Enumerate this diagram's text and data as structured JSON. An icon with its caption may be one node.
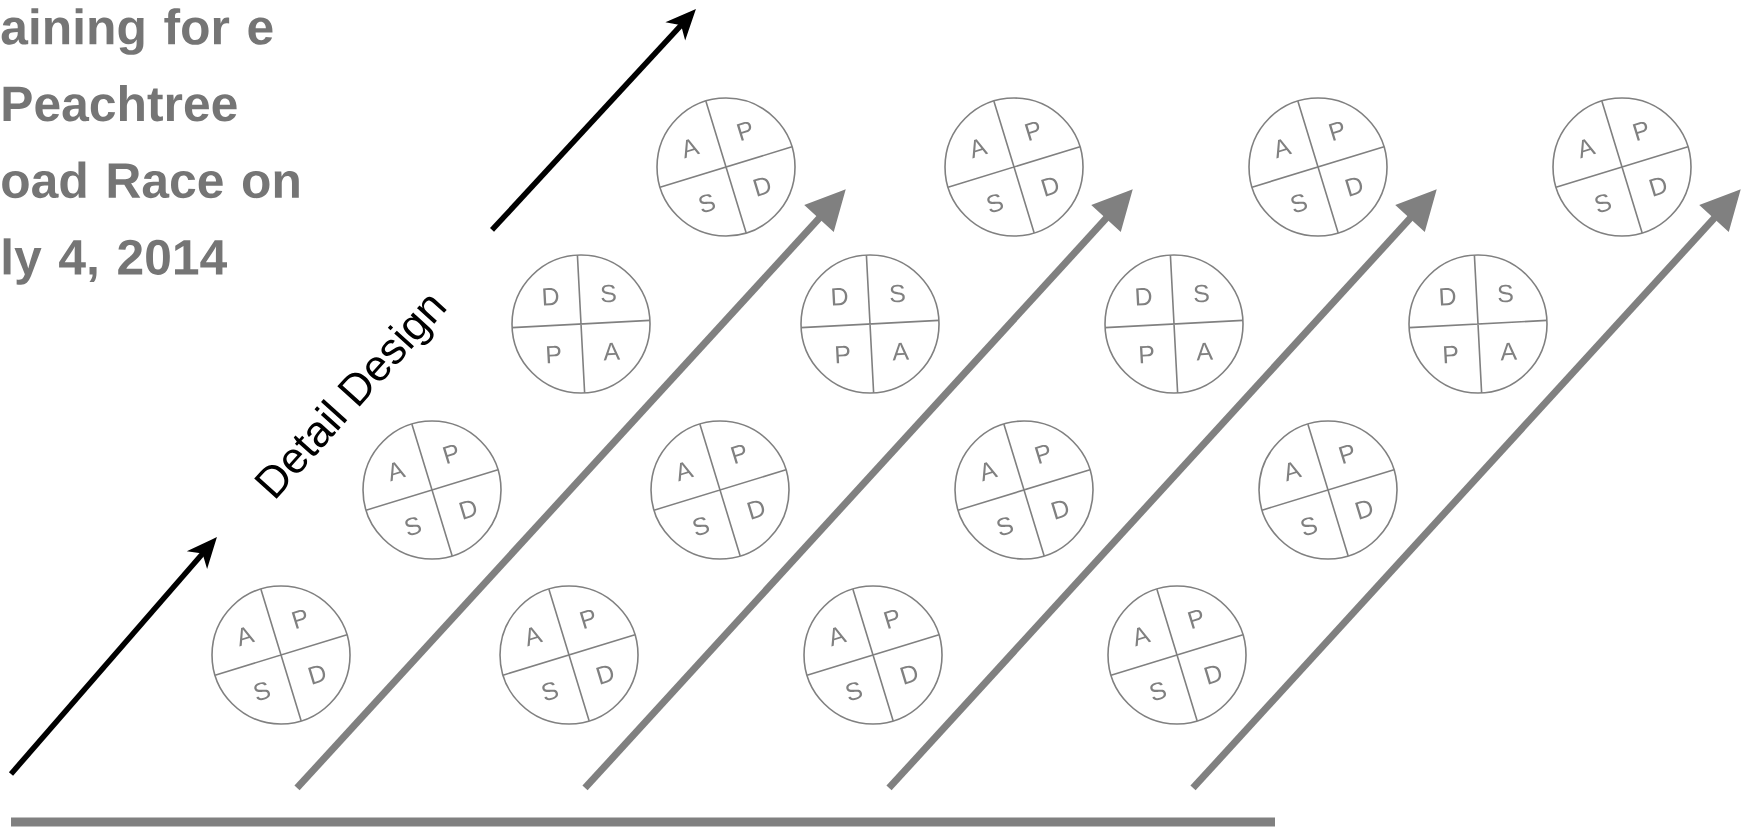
{
  "diagram": {
    "title": "aining for e Peachtree oad Race on ly 4, 2014",
    "nodes": [
      {
        "text": [
          "A",
          "P",
          "S",
          "D"
        ]
      },
      {
        "text": [
          "A",
          "P",
          "S",
          "D"
        ]
      },
      {
        "text": [
          "A",
          "P",
          "S",
          "D"
        ]
      },
      {
        "text": [
          "A",
          "P",
          "S",
          "D"
        ]
      },
      {
        "text": [
          "D",
          "S",
          "P",
          "A"
        ]
      },
      {
        "text": [
          "D",
          "S",
          "P",
          "A"
        ]
      },
      {
        "text": [
          "D",
          "S",
          "P",
          "A"
        ]
      },
      {
        "text": [
          "D",
          "S",
          "P",
          "A"
        ]
      },
      {
        "text": [
          "A",
          "P",
          "S",
          "D"
        ]
      },
      {
        "text": [
          "A",
          "P",
          "S",
          "D"
        ]
      },
      {
        "text": [
          "A",
          "P",
          "S",
          "D"
        ]
      },
      {
        "text": [
          "A",
          "P",
          "S",
          "D"
        ]
      },
      {
        "text": [
          "A",
          "P",
          "S",
          "D"
        ]
      },
      {
        "text": [
          "A",
          "P",
          "S",
          "D"
        ]
      },
      {
        "text": [
          "A",
          "P",
          "S",
          "D"
        ]
      },
      {
        "text": [
          "A",
          "P",
          "S",
          "D"
        ]
      }
    ],
    "labels": [
      "Detail Design"
    ]
  }
}
